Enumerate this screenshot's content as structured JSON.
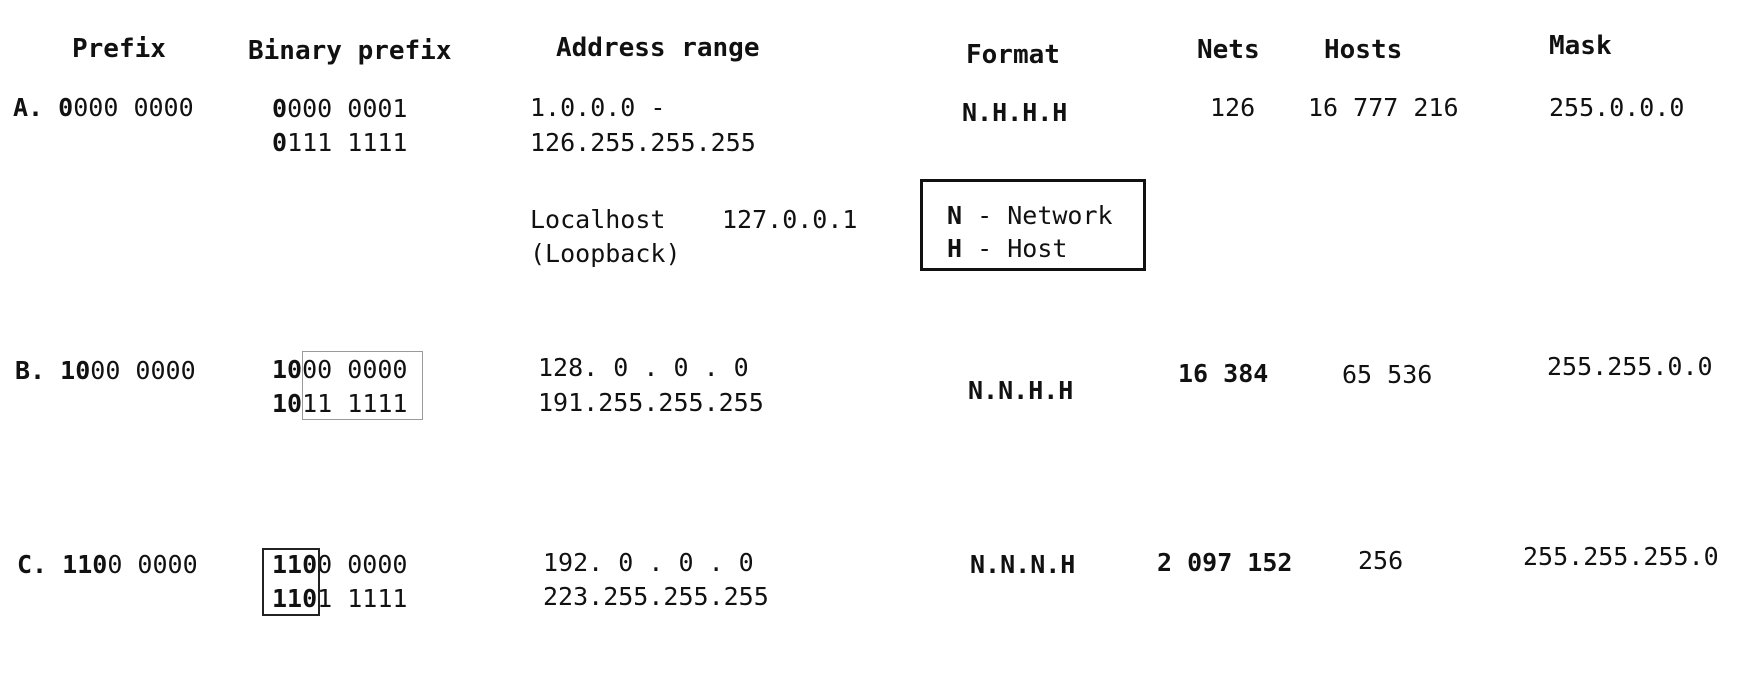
{
  "headers": {
    "prefix": "Prefix",
    "binary_prefix": "Binary prefix",
    "address_range": "Address range",
    "format": "Format",
    "nets": "Nets",
    "hosts": "Hosts",
    "mask": "Mask"
  },
  "rows": {
    "a": {
      "label": "A.",
      "prefix_bold": "0",
      "prefix_rest": "000 0000",
      "bin1_bold": "0",
      "bin1_rest": "000 0001",
      "bin2_bold": "0",
      "bin2_rest": "111 1111",
      "range_start": "1.0.0.0 -",
      "range_end": "126.255.255.255",
      "format": "N.H.H.H",
      "nets": "126",
      "hosts": "16 777 216",
      "mask": "255.0.0.0"
    },
    "b": {
      "label": "B.",
      "prefix_bold": "10",
      "prefix_rest": "00 0000",
      "bin1_bold": "10",
      "bin1_rest": "00 0000",
      "bin2_bold": "10",
      "bin2_rest": "11 1111",
      "range_start": "128. 0 . 0 . 0",
      "range_end": "191.255.255.255",
      "format": "N.N.H.H",
      "nets": "16 384",
      "hosts": "65 536",
      "mask": "255.255.0.0"
    },
    "c": {
      "label": "C.",
      "prefix_bold": "110",
      "prefix_rest": "0 0000",
      "bin1_bold": "110",
      "bin1_rest": "0 0000",
      "bin2_bold": "110",
      "bin2_rest": "1 1111",
      "range_start": "192. 0 . 0 . 0",
      "range_end": "223.255.255.255",
      "format": "N.N.N.H",
      "nets": "2 097 152",
      "hosts": "256",
      "mask": "255.255.255.0"
    }
  },
  "localhost": {
    "label": "Localhost",
    "address": "127.0.0.1",
    "note": "(Loopback)"
  },
  "legend": {
    "n_key": "N",
    "n_text": " - Network",
    "h_key": "H",
    "h_text": " - Host"
  }
}
